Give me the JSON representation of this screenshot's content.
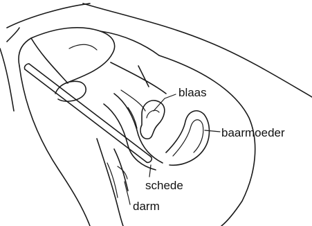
{
  "labels": {
    "blaas": "blaas",
    "baarmoeder": "baarmoeder",
    "schede": "schede",
    "darm": "darm"
  },
  "colors": {
    "line": "#1a1a1a",
    "background": "#ffffff"
  }
}
